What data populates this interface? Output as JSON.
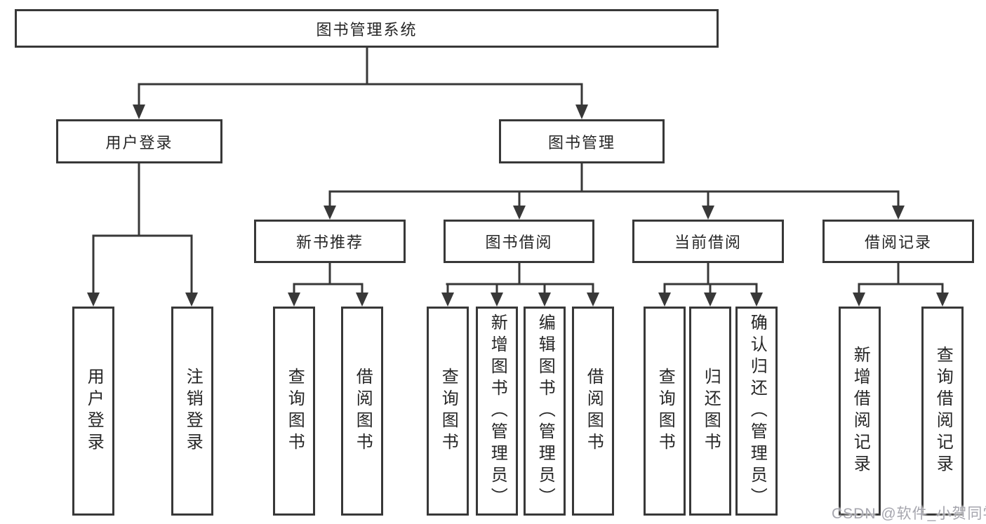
{
  "diagram": {
    "root": {
      "label": "图书管理系统"
    },
    "branches": [
      {
        "label": "用户登录",
        "children": [
          {
            "label": "用户登录"
          },
          {
            "label": "注销登录"
          }
        ]
      },
      {
        "label": "图书管理",
        "children": [
          {
            "label": "新书推荐",
            "children": [
              {
                "label": "查询图书"
              },
              {
                "label": "借阅图书"
              }
            ]
          },
          {
            "label": "图书借阅",
            "children": [
              {
                "label": "查询图书"
              },
              {
                "label": "新增图书（管理员）"
              },
              {
                "label": "编辑图书（管理员）"
              },
              {
                "label": "借阅图书"
              }
            ]
          },
          {
            "label": "当前借阅",
            "children": [
              {
                "label": "查询图书"
              },
              {
                "label": "归还图书"
              },
              {
                "label": "确认归还（管理员）"
              }
            ]
          },
          {
            "label": "借阅记录",
            "children": [
              {
                "label": "新增借阅记录"
              },
              {
                "label": "查询借阅记录"
              }
            ]
          }
        ]
      }
    ]
  },
  "watermark": {
    "text": "CSDN @软件_小贺同学",
    "color": "#a6a6ae"
  },
  "colors": {
    "line": "#383838",
    "box_border": "#383838",
    "box_background": "#ffffff",
    "text": "#262626",
    "background": "#ffffff"
  }
}
